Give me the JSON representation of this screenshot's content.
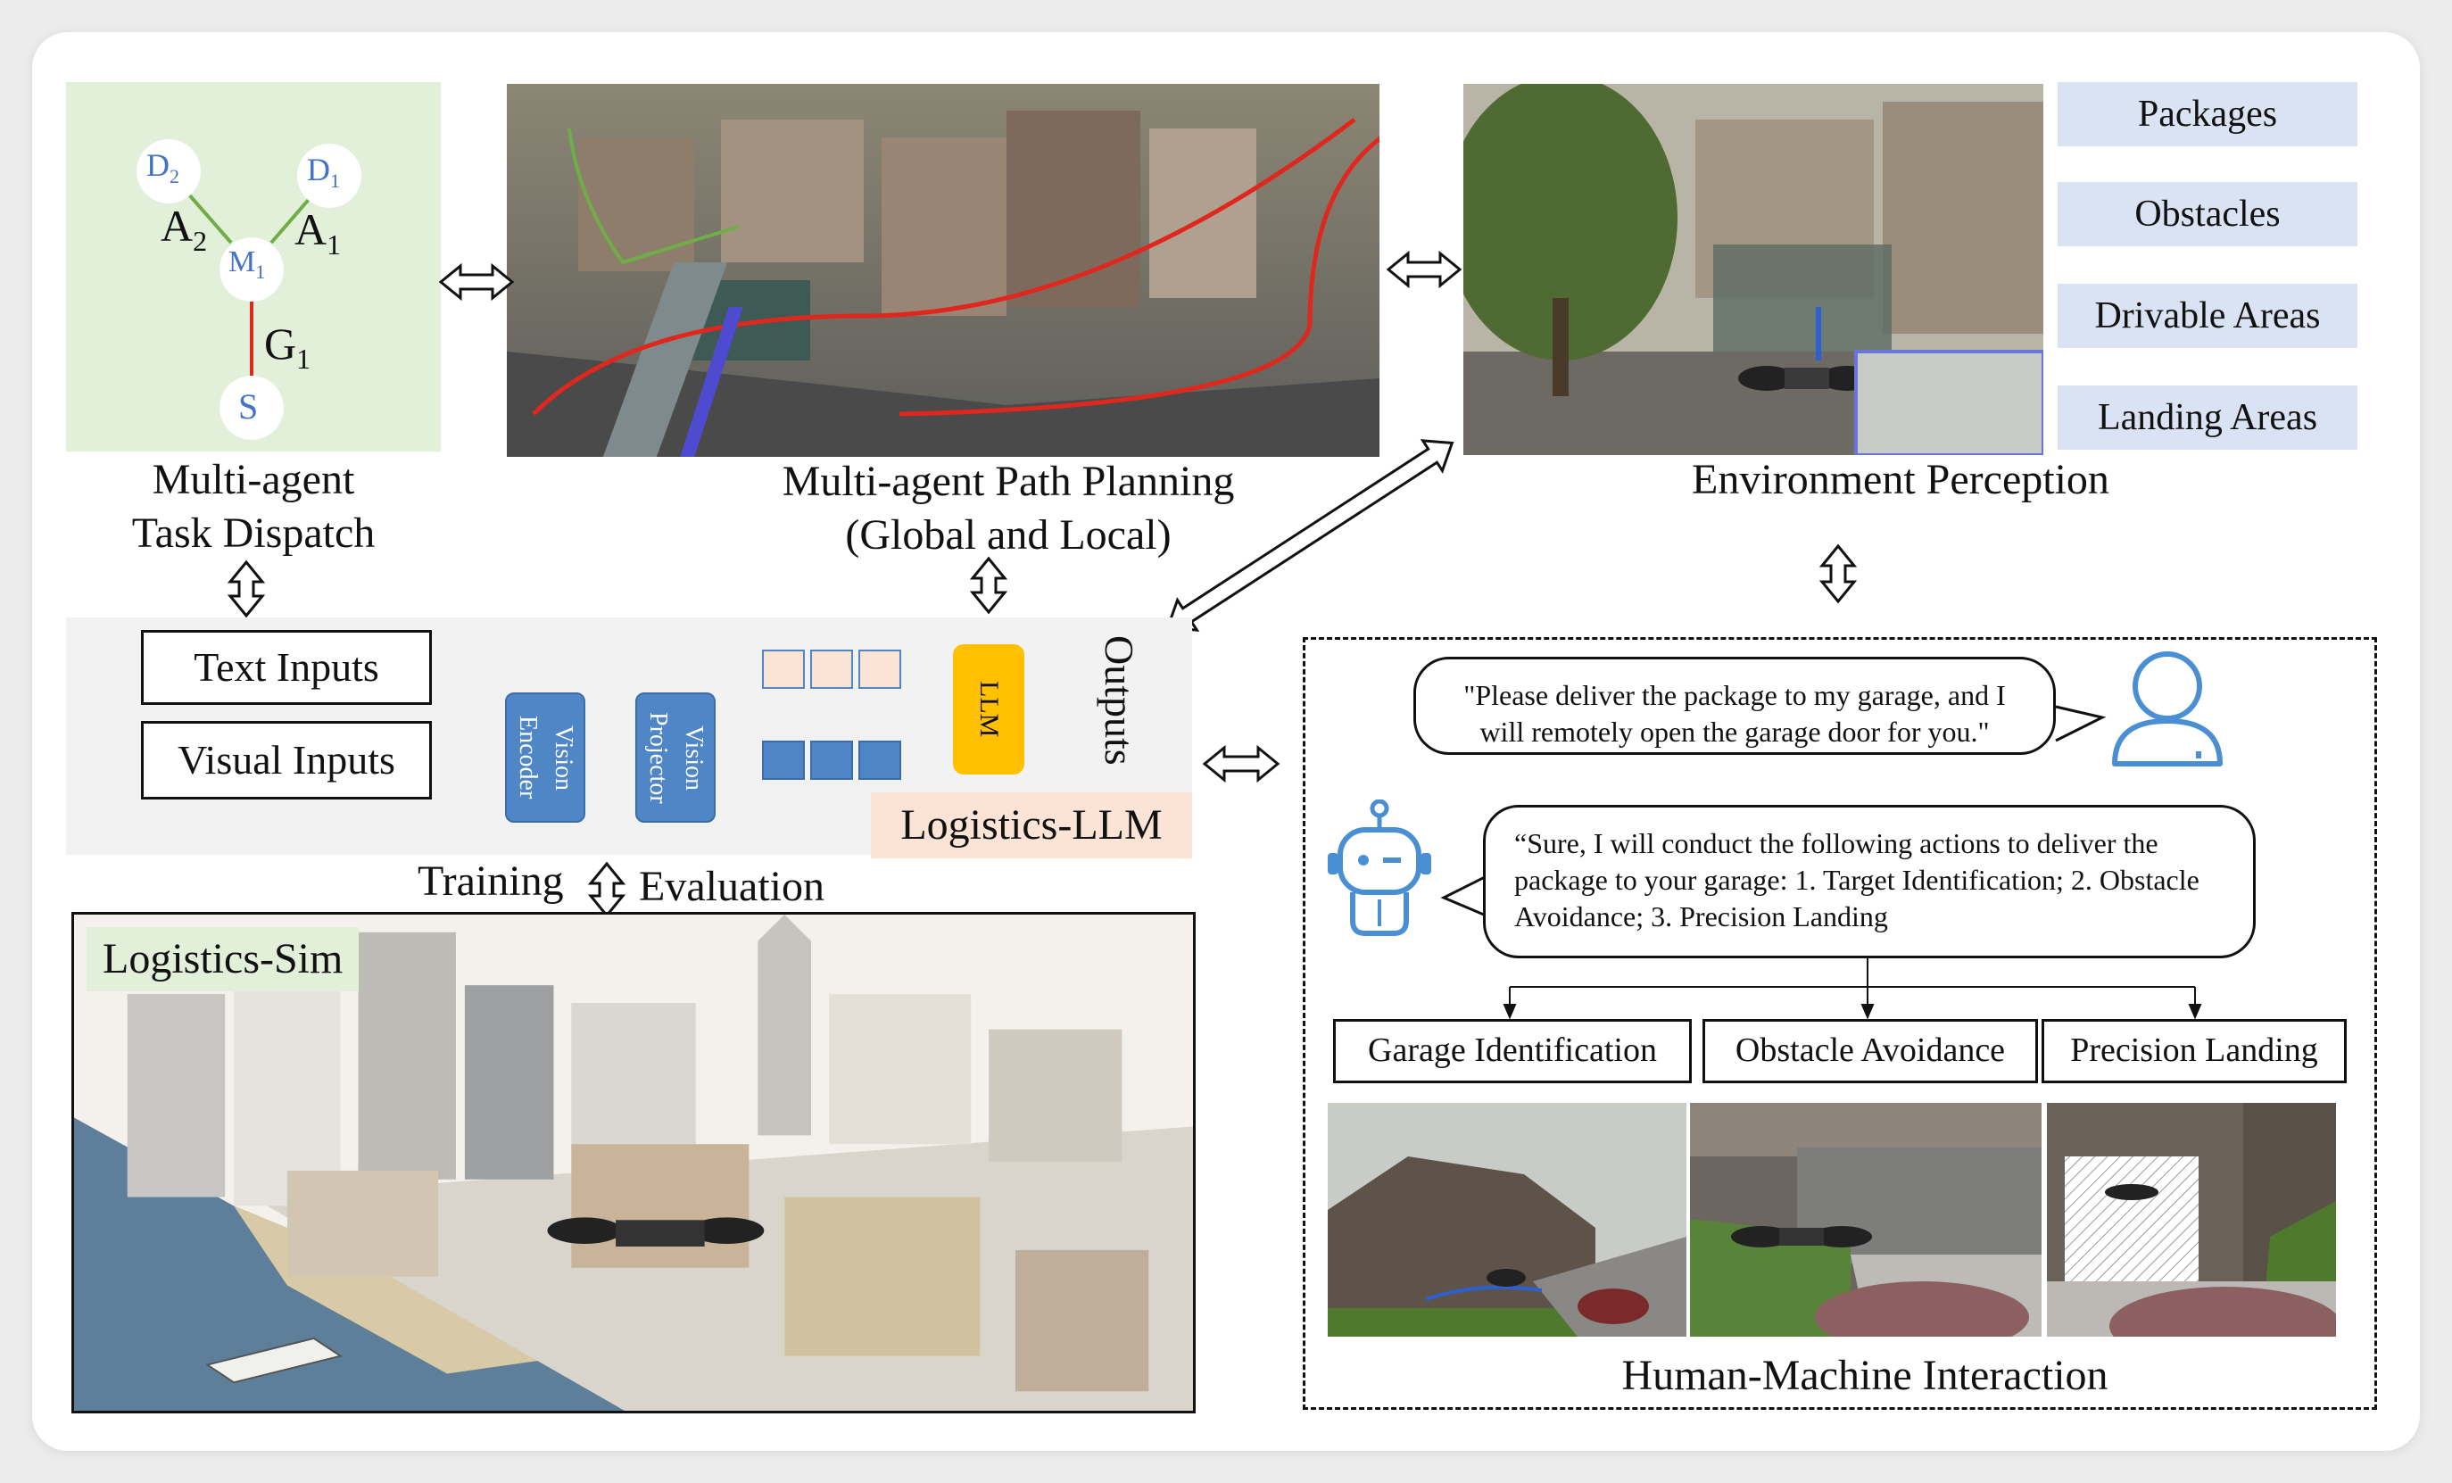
{
  "task_dispatch": {
    "label_line1": "Multi-agent",
    "label_line2": "Task Dispatch",
    "nodes": {
      "d2": "D",
      "d2_sub": "2",
      "d1": "D",
      "d1_sub": "1",
      "m1": "M",
      "m1_sub": "1",
      "s": "S"
    },
    "edges": {
      "a2": "A",
      "a2_sub": "2",
      "a1": "A",
      "a1_sub": "1",
      "g1": "G",
      "g1_sub": "1"
    }
  },
  "path_planning": {
    "label_line1": "Multi-agent Path Planning",
    "label_line2": "(Global and Local)"
  },
  "perception": {
    "label": "Environment Perception",
    "tags": [
      "Packages",
      "Obstacles",
      "Drivable Areas",
      "Landing Areas"
    ]
  },
  "llm": {
    "text_inputs": "Text Inputs",
    "visual_inputs": "Visual Inputs",
    "vision_encoder": "Vision Encoder",
    "vision_projector": "Vision Projector",
    "llm_block": "LLM",
    "outputs": "Outputs",
    "title": "Logistics-LLM"
  },
  "training": {
    "training": "Training",
    "evaluation": "Evaluation"
  },
  "sim": {
    "title": "Logistics-Sim"
  },
  "hmi": {
    "user_msg": "\"Please deliver the package to my garage, and I will remotely open the garage door for you.\"",
    "robot_msg": "“Sure, I will conduct the following actions to deliver the package to your garage: 1. Target Identification; 2. Obstacle Avoidance; 3. Precision Landing",
    "actions": [
      "Garage Identification",
      "Obstacle Avoidance",
      "Precision Landing"
    ],
    "label": "Human-Machine Interaction"
  },
  "colors": {
    "node_blue": "#4472c4",
    "edge_green": "#70ad47",
    "edge_red": "#e0271e",
    "block_blue": "#4e86c6",
    "llm_orange": "#ffc000",
    "token_peach": "#fbe3d6",
    "dispatch_bg": "#e2efd9",
    "icon_blue": "#4a8fd4"
  }
}
